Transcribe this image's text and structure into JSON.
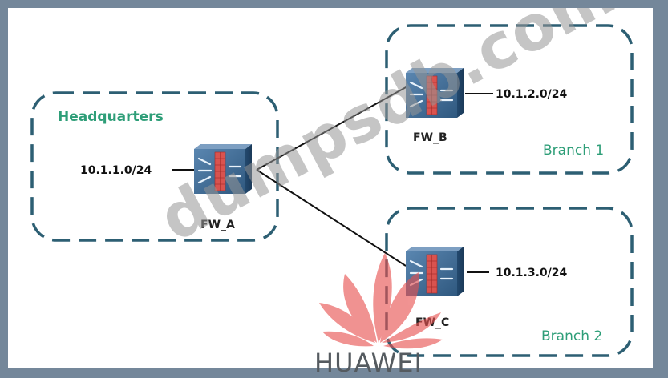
{
  "diagram": {
    "zones": [
      {
        "id": "hq",
        "label": "Headquarters"
      },
      {
        "id": "branch1",
        "label": "Branch 1"
      },
      {
        "id": "branch2",
        "label": "Branch 2"
      }
    ],
    "devices": [
      {
        "id": "fw_a",
        "label": "FW_A",
        "type": "firewall",
        "zone": "hq",
        "network": "10.1.1.0/24"
      },
      {
        "id": "fw_b",
        "label": "FW_B",
        "type": "firewall",
        "zone": "branch1",
        "network": "10.1.2.0/24"
      },
      {
        "id": "fw_c",
        "label": "FW_C",
        "type": "firewall",
        "zone": "branch2",
        "network": "10.1.3.0/24"
      }
    ],
    "links": [
      {
        "from": "fw_a",
        "to": "fw_b"
      },
      {
        "from": "fw_a",
        "to": "fw_c"
      }
    ]
  },
  "overlay": {
    "watermark": "dumpsdb.com",
    "brand": "HUAWEI"
  },
  "colors": {
    "frame": "#74879a",
    "zone_border": "#2d5f73",
    "zone_label": "#2e9e78",
    "device_body": "#3f6a93",
    "device_filter": "#d9534f",
    "brand_red": "#e8504f"
  }
}
